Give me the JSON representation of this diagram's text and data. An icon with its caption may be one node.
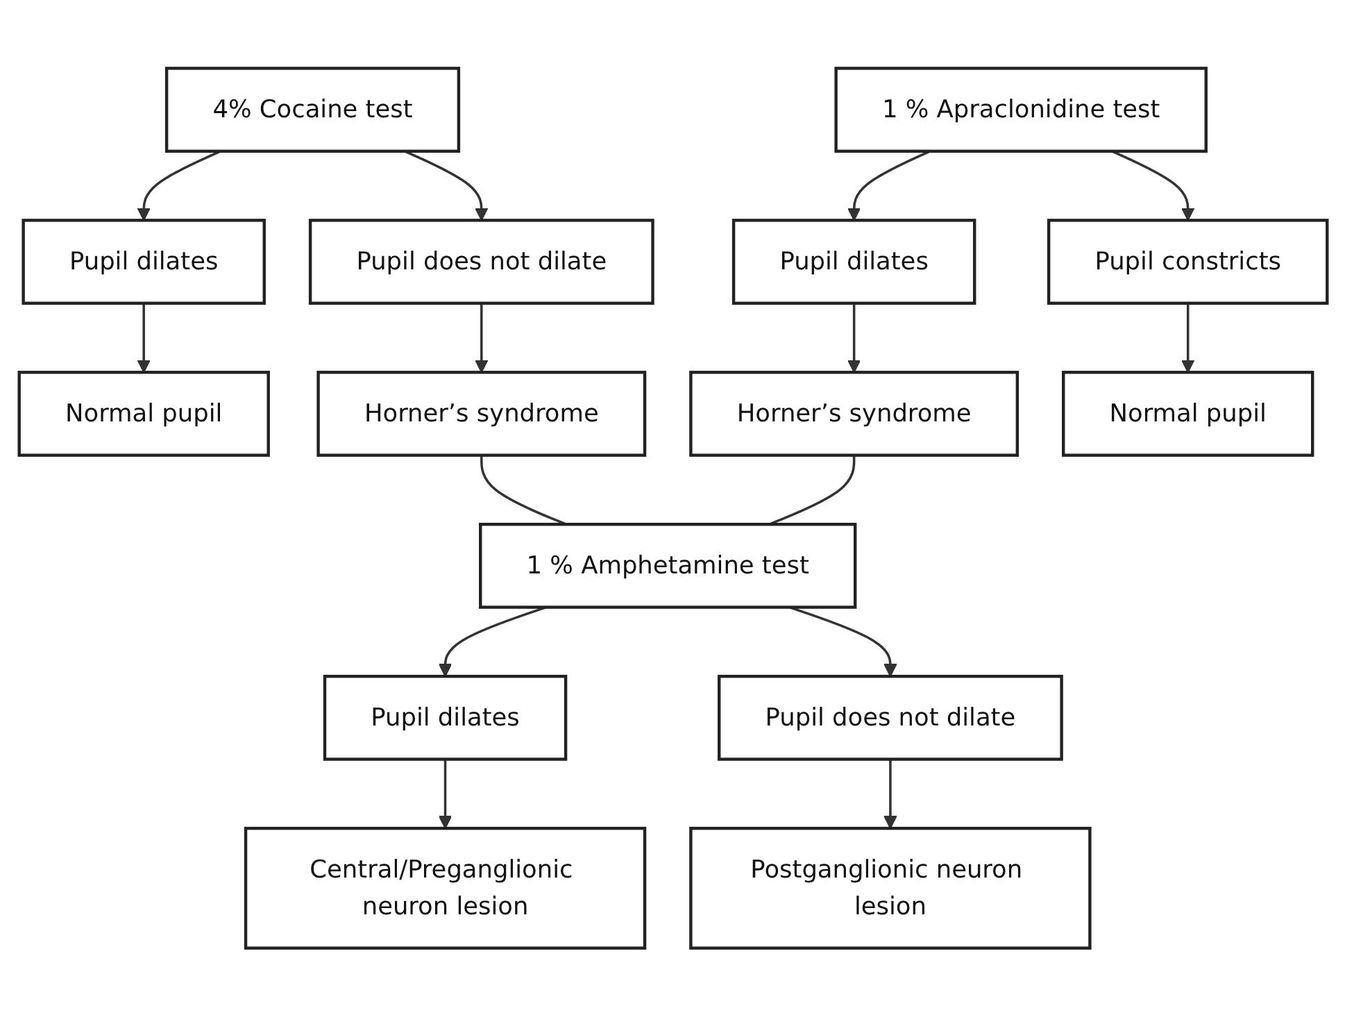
{
  "diagram": {
    "nodes": [
      {
        "text": [
          "4% Cocaine test"
        ]
      },
      {
        "text": [
          "Pupil dilates"
        ]
      },
      {
        "text": [
          "Pupil does not dilate"
        ]
      },
      {
        "text": [
          "Normal pupil"
        ]
      },
      {
        "text": [
          "Horner’s syndrome"
        ]
      },
      {
        "text": [
          "1 % Apraclonidine test"
        ]
      },
      {
        "text": [
          "Pupil dilates"
        ]
      },
      {
        "text": [
          "Pupil constricts"
        ]
      },
      {
        "text": [
          "Horner’s syndrome"
        ]
      },
      {
        "text": [
          "Normal pupil"
        ]
      },
      {
        "text": [
          "1 % Amphetamine test"
        ]
      },
      {
        "text": [
          "Pupil dilates"
        ]
      },
      {
        "text": [
          "Pupil does not dilate"
        ]
      },
      {
        "text": [
          "Central/Preganglionic neuron lesion"
        ]
      },
      {
        "text": [
          "Postganglionic neuron lesion"
        ]
      }
    ],
    "edges": [
      {
        "from": 0,
        "to": 1,
        "arrow": "to"
      },
      {
        "from": 0,
        "to": 2,
        "arrow": "to"
      },
      {
        "from": 1,
        "to": 3,
        "arrow": "to"
      },
      {
        "from": 2,
        "to": 4,
        "arrow": "to"
      },
      {
        "from": 5,
        "to": 6,
        "arrow": "to"
      },
      {
        "from": 5,
        "to": 7,
        "arrow": "to"
      },
      {
        "from": 6,
        "to": 8,
        "arrow": "to"
      },
      {
        "from": 7,
        "to": 9,
        "arrow": "to"
      },
      {
        "from": 4,
        "to": 10,
        "arrow": "none"
      },
      {
        "from": 8,
        "to": 10,
        "arrow": "none"
      },
      {
        "from": 10,
        "to": 11,
        "arrow": "to"
      },
      {
        "from": 10,
        "to": 12,
        "arrow": "to"
      },
      {
        "from": 11,
        "to": 13,
        "arrow": "to"
      },
      {
        "from": 12,
        "to": 14,
        "arrow": "to"
      }
    ]
  }
}
